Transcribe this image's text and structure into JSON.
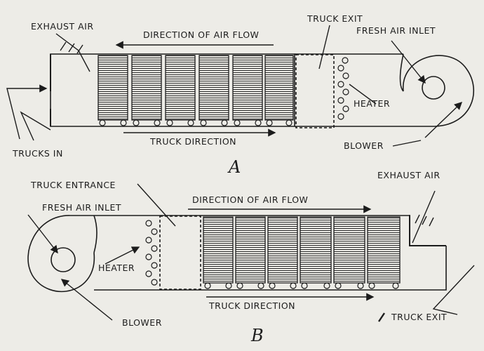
{
  "diagram_a": {
    "letter": "A",
    "labels": {
      "exhaust_air": "EXHAUST AIR",
      "direction_of_air_flow": "DIRECTION OF AIR FLOW",
      "truck_exit": "TRUCK EXIT",
      "fresh_air_inlet": "FRESH AIR INLET",
      "heater": "HEATER",
      "trucks_in": "TRUCKS IN",
      "truck_direction": "TRUCK DIRECTION",
      "blower": "BLOWER"
    }
  },
  "diagram_b": {
    "letter": "B",
    "labels": {
      "truck_entrance": "TRUCK ENTRANCE",
      "exhaust_air": "EXHAUST AIR",
      "fresh_air_inlet": "FRESH AIR INLET",
      "direction_of_air_flow": "DIRECTION OF AIR FLOW",
      "heater": "HEATER",
      "truck_direction": "TRUCK DIRECTION",
      "blower": "BLOWER",
      "truck_exit": "TRUCK EXIT"
    }
  },
  "colors": {
    "ink": "#1c1c1c",
    "paper": "#edece7"
  }
}
